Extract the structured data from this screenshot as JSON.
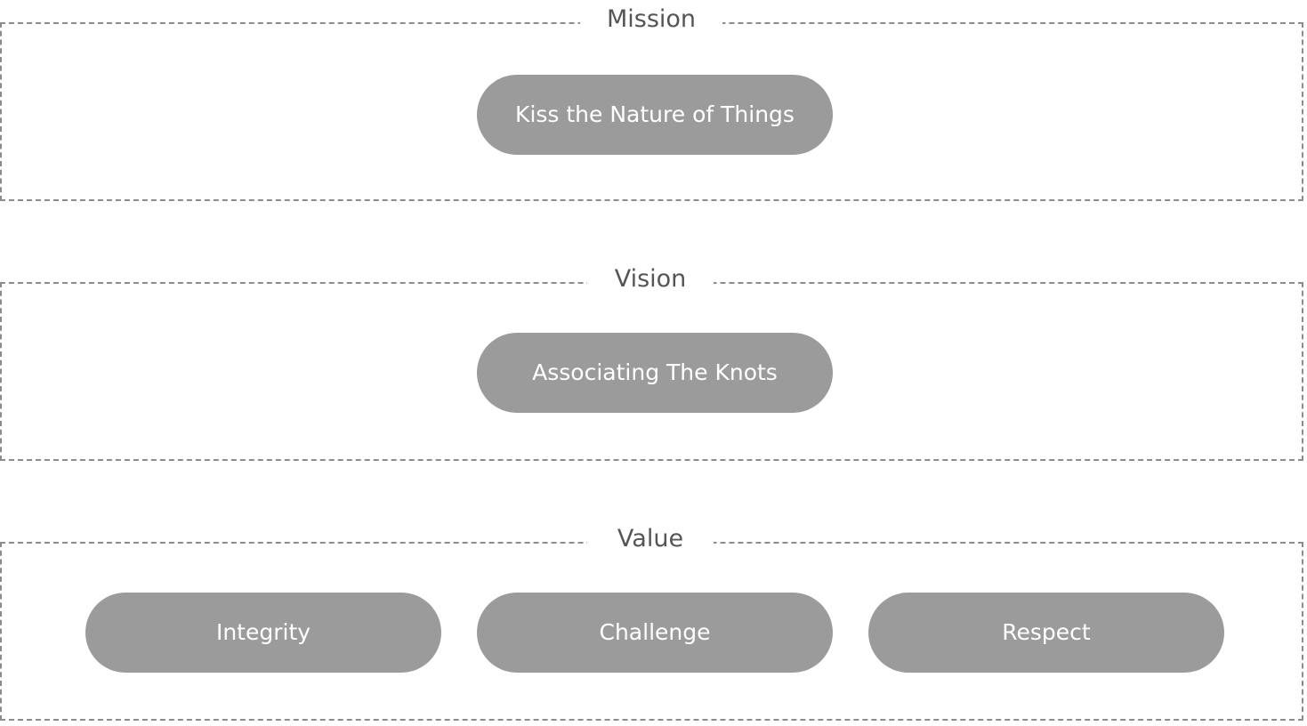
{
  "sections": {
    "mission": {
      "title": "Mission",
      "items": [
        "Kiss the Nature of Things"
      ]
    },
    "vision": {
      "title": "Vision",
      "items": [
        "Associating The Knots"
      ]
    },
    "value": {
      "title": "Value",
      "items": [
        "Integrity",
        "Challenge",
        "Respect"
      ]
    }
  },
  "colors": {
    "pill_fill": "#9b9b9b",
    "pill_text": "#ffffff",
    "frame_border": "#8c8c8c",
    "title_text": "#555555"
  }
}
